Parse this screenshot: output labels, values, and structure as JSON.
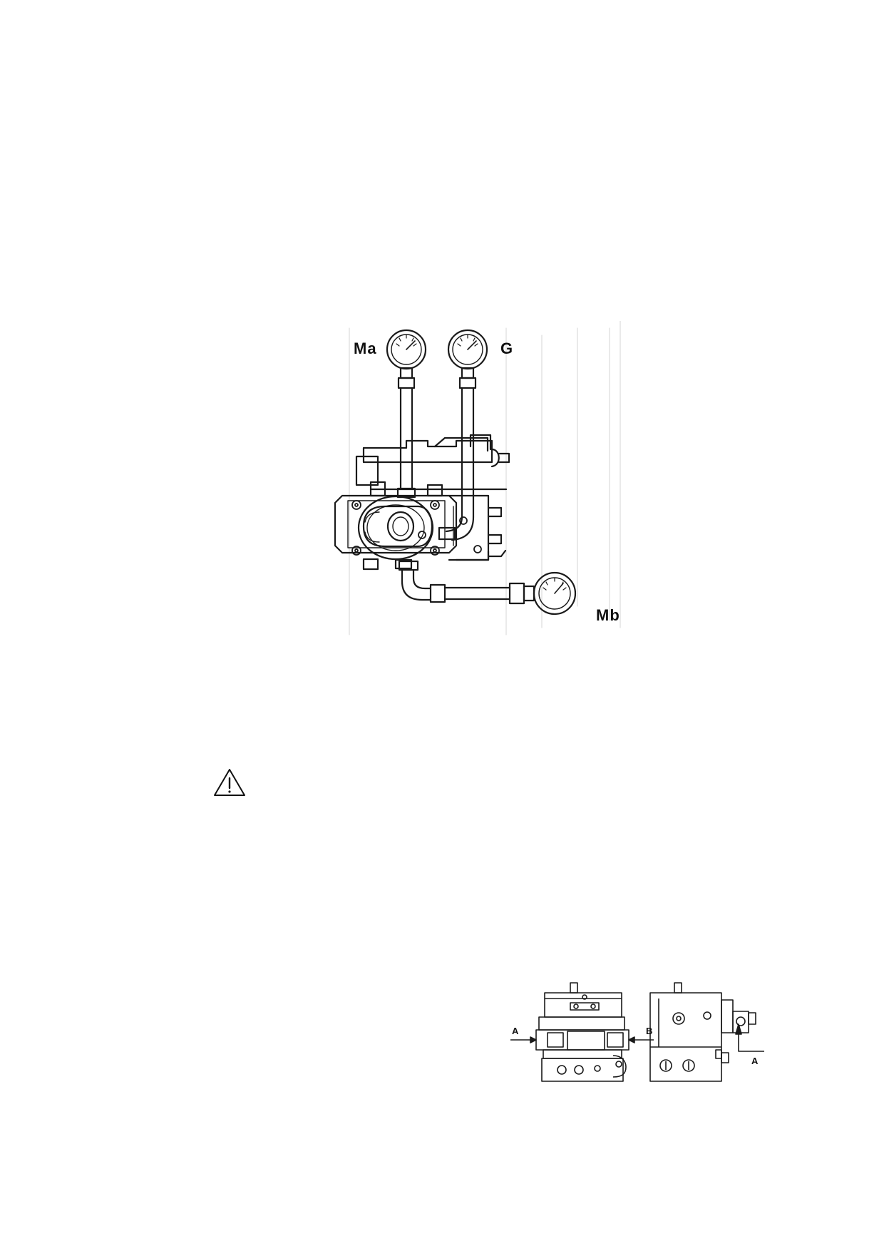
{
  "main_figure": {
    "labels": {
      "gauge_left": "Ma",
      "gauge_right": "G",
      "gauge_bottom": "Mb"
    }
  },
  "warning": {
    "icon": "warning-triangle-icon"
  },
  "small_figure": {
    "labels": {
      "left_view_a": "A",
      "left_view_b": "B",
      "right_view_a": "A"
    }
  }
}
